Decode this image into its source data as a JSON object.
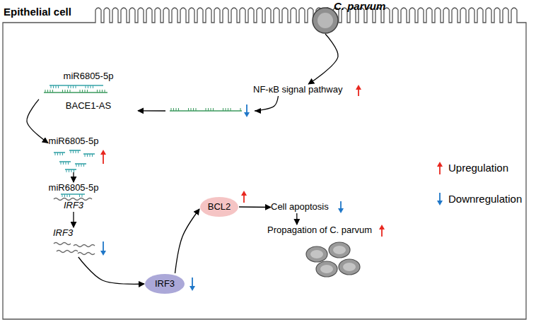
{
  "diagram": {
    "nodes": [
      {
        "text": [
          "Epithelial cell"
        ]
      },
      {
        "text": [
          "C. parvum"
        ]
      },
      {
        "text": [
          "NF-κB signal pathway"
        ],
        "in": 0
      },
      {
        "text": [
          "miR6805-5p",
          "BACE1-AS"
        ],
        "in": 0
      },
      {
        "text": [
          "miR6805-5p"
        ],
        "in": 0
      },
      {
        "text": [
          "miR6805-5p",
          "IRF3"
        ],
        "in": 0
      },
      {
        "text": [
          "IRF3"
        ],
        "in": 0
      },
      {
        "text": [
          "IRF3"
        ],
        "in": 0
      },
      {
        "text": [
          "BCL2"
        ],
        "in": 0
      },
      {
        "text": [
          "Cell apoptosis"
        ],
        "in": 0
      },
      {
        "text": [
          "Propagation of C. parvum"
        ],
        "in": 0
      }
    ],
    "edges": [
      {
        "from": 1,
        "to": 2,
        "arrow": "to"
      },
      {
        "from": 2,
        "to": 3,
        "arrow": "to"
      },
      {
        "from": 3,
        "to": 4,
        "arrow": "to"
      },
      {
        "from": 4,
        "to": 5,
        "arrow": "to"
      },
      {
        "from": 5,
        "to": 6,
        "arrow": "to"
      },
      {
        "from": 6,
        "to": 7,
        "arrow": "to"
      },
      {
        "from": 7,
        "to": 8,
        "arrow": "to"
      },
      {
        "from": 8,
        "to": 9,
        "arrow": "to"
      },
      {
        "from": 9,
        "to": 10,
        "arrow": "to"
      }
    ],
    "legend": [
      {
        "text": "Upregulation"
      },
      {
        "text": "Downregulation"
      }
    ]
  }
}
